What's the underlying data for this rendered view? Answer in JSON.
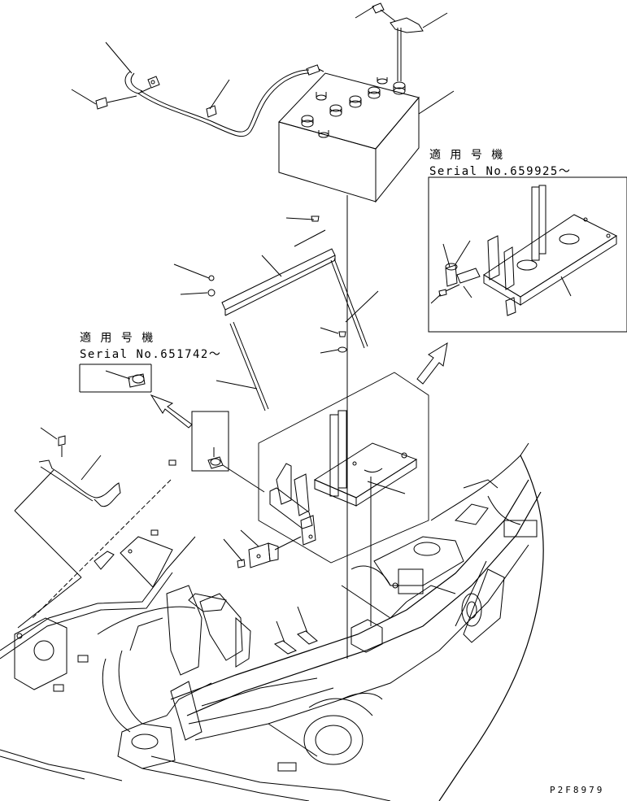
{
  "inset_right": {
    "label_jp": "適 用 号 機",
    "label_serial": "Serial No.659925～"
  },
  "inset_left": {
    "label_jp": "適 用 号 機",
    "label_serial": "Serial No.651742～"
  },
  "drawing_code": "P2F8979"
}
